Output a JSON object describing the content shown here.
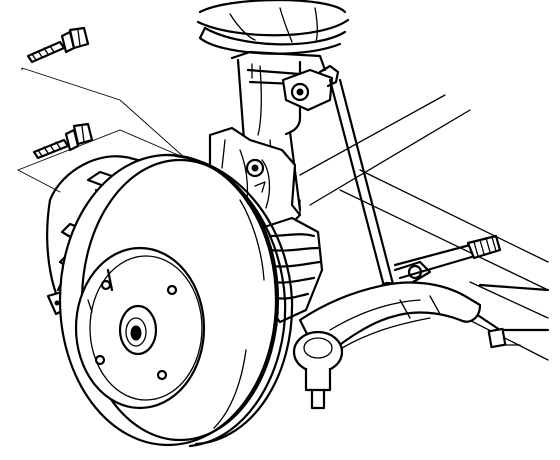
{
  "figure": {
    "subject": "front-suspension-hub-and-brake-rotor-line-drawing",
    "parts": [
      "strut-spring",
      "strut-body",
      "stabilizer-link",
      "knuckle",
      "brake-rotor",
      "brake-dust-shield",
      "wheel-hub",
      "cv-axle-boot",
      "lower-control-arm",
      "ball-joint",
      "tie-rod",
      "crossmember",
      "mounting-bolt-upper",
      "mounting-bolt-lower"
    ],
    "colors": {
      "ink": "#000000",
      "paper": "#ffffff"
    }
  }
}
